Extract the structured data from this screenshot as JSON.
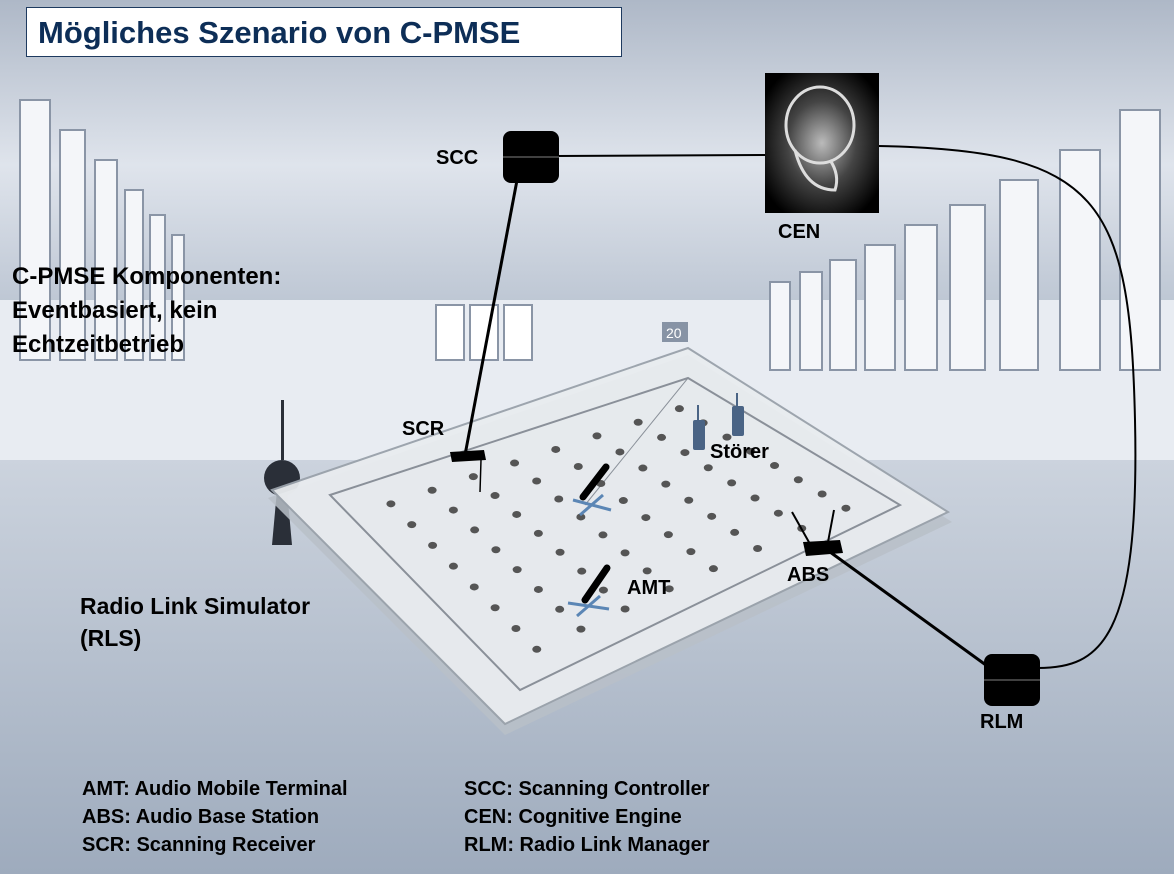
{
  "title": "Mögliches Szenario von C-PMSE",
  "components_heading": [
    "C-PMSE Komponenten:",
    "Eventbasiert, kein",
    "Echtzeitbetrieb"
  ],
  "rls_label": [
    "Radio Link Simulator",
    "(RLS)"
  ],
  "node_labels": {
    "scc": "SCC",
    "cen": "CEN",
    "scr": "SCR",
    "stoerer": "Störer",
    "abs": "ABS",
    "amt": "AMT",
    "rlm": "RLM"
  },
  "hall_sign": "20",
  "legend_left": [
    "AMT: Audio Mobile Terminal",
    "ABS: Audio Base Station",
    "SCR: Scanning Receiver"
  ],
  "legend_right": [
    "SCC: Scanning Controller",
    "CEN: Cognitive Engine",
    "RLM: Radio Link Manager"
  ],
  "colors": {
    "title_text": "#0d2e57",
    "title_border": "#1e3a5f",
    "interferer": "#4a6485",
    "arrows": "#5b86b5"
  }
}
